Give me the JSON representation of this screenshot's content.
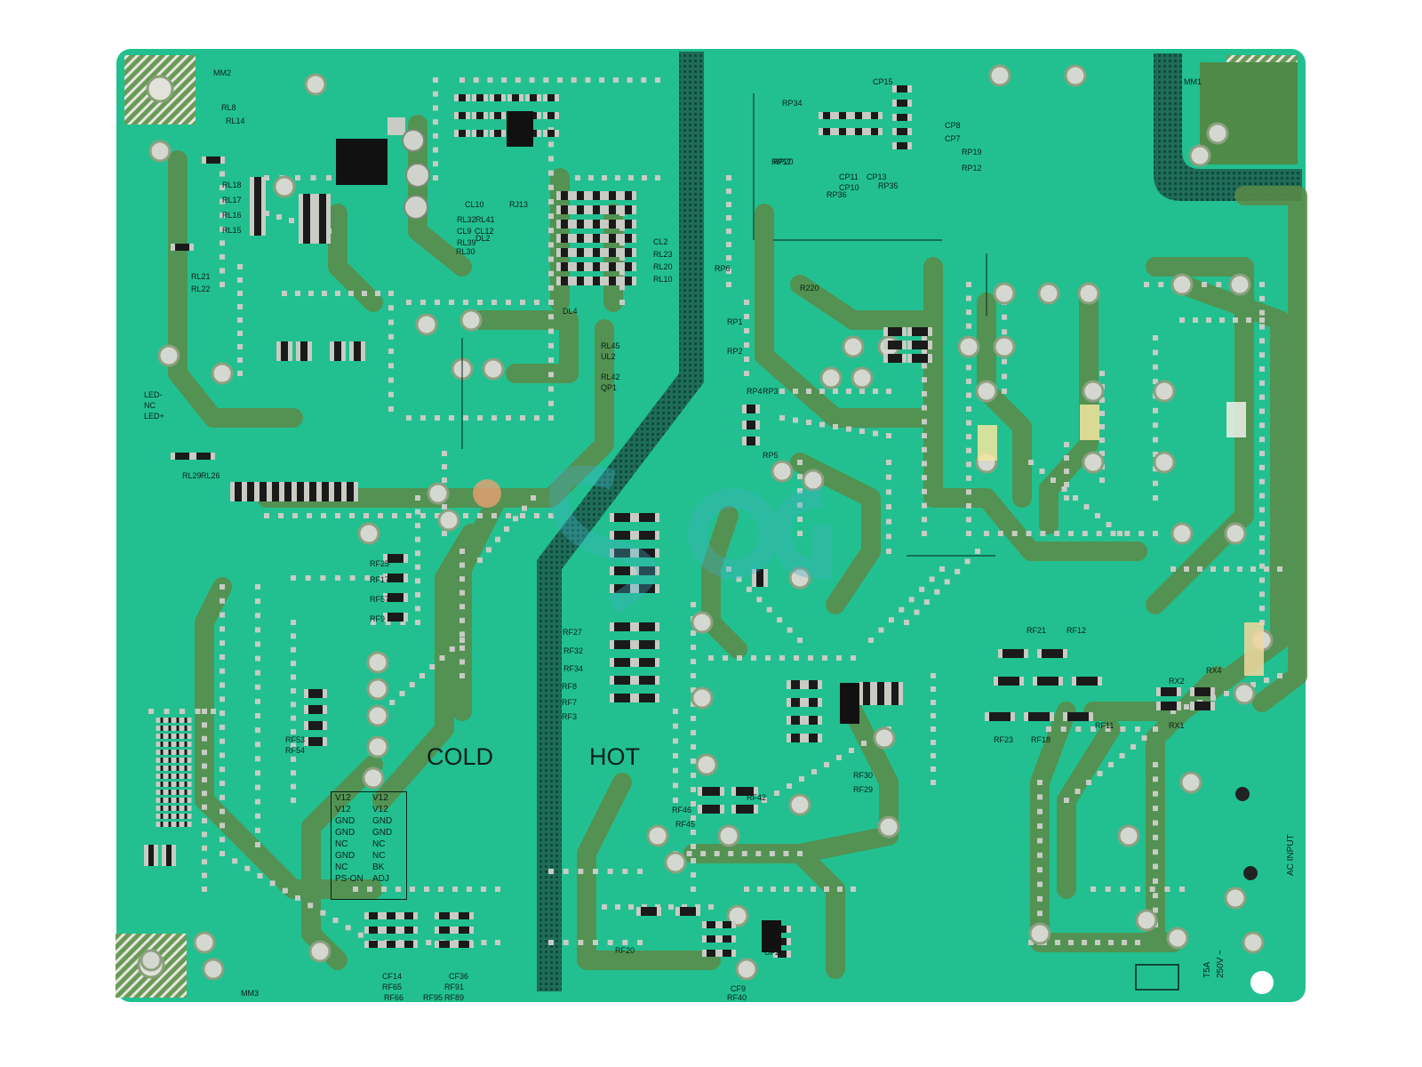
{
  "board": {
    "zone_labels": {
      "cold": "COLD",
      "hot": "HOT"
    },
    "mount_holes": [
      "MM1",
      "MM2",
      "MM3"
    ],
    "led_pins": [
      "LED-",
      "NC",
      "LED+"
    ],
    "output_connector": {
      "left_pins": [
        "V12",
        "V12",
        "GND",
        "GND",
        "NC",
        "GND",
        "NC",
        "PS-ON"
      ],
      "right_pins": [
        "V12",
        "V12",
        "GND",
        "GND",
        "NC",
        "NC",
        "BK",
        "ADJ"
      ]
    },
    "ac_input": "AC INPUT",
    "fuse_rating": [
      "T5A",
      "250V ~"
    ],
    "component_labels_sample": [
      "RP17",
      "RP20",
      "RP34",
      "CP15",
      "CP8",
      "CP7",
      "RP19",
      "RP12",
      "CP11",
      "CP13",
      "CP10",
      "RP35",
      "RP36",
      "RF21",
      "RF12",
      "RF23",
      "RF18",
      "RF11",
      "RX1",
      "RX2",
      "RX4",
      "RF46",
      "RF45",
      "RF42",
      "RF30",
      "RF29",
      "RF20",
      "CF9",
      "RF40",
      "UF2",
      "CF14",
      "RF65",
      "RF66",
      "CF36",
      "RF91",
      "RF89",
      "RF95",
      "RF27",
      "RF32",
      "RF34",
      "RF8",
      "RF7",
      "RF3",
      "RF25",
      "RF17",
      "RF57",
      "RF9",
      "RF53",
      "RF54",
      "RL8",
      "RL14",
      "RL18",
      "RL17",
      "RL16",
      "RL15",
      "RL21",
      "RL22",
      "RL29",
      "RL26",
      "CL10",
      "RJ13",
      "RL32",
      "RL41",
      "CL9",
      "CL12",
      "RL39",
      "DL2",
      "RL30",
      "CL2",
      "RL23",
      "RL20",
      "RL10",
      "DL4",
      "RL45",
      "UL2",
      "RL42",
      "QP1",
      "RP1",
      "RP2",
      "RP4",
      "RP3",
      "RP5",
      "RP6",
      "R220"
    ],
    "colors": {
      "solder_mask": "#22c090",
      "copper_trace": "#5a8a48",
      "pad": "#c8ccc4",
      "silk_text": "#0b1f18",
      "resistor_body": "#1a1a1a"
    }
  }
}
